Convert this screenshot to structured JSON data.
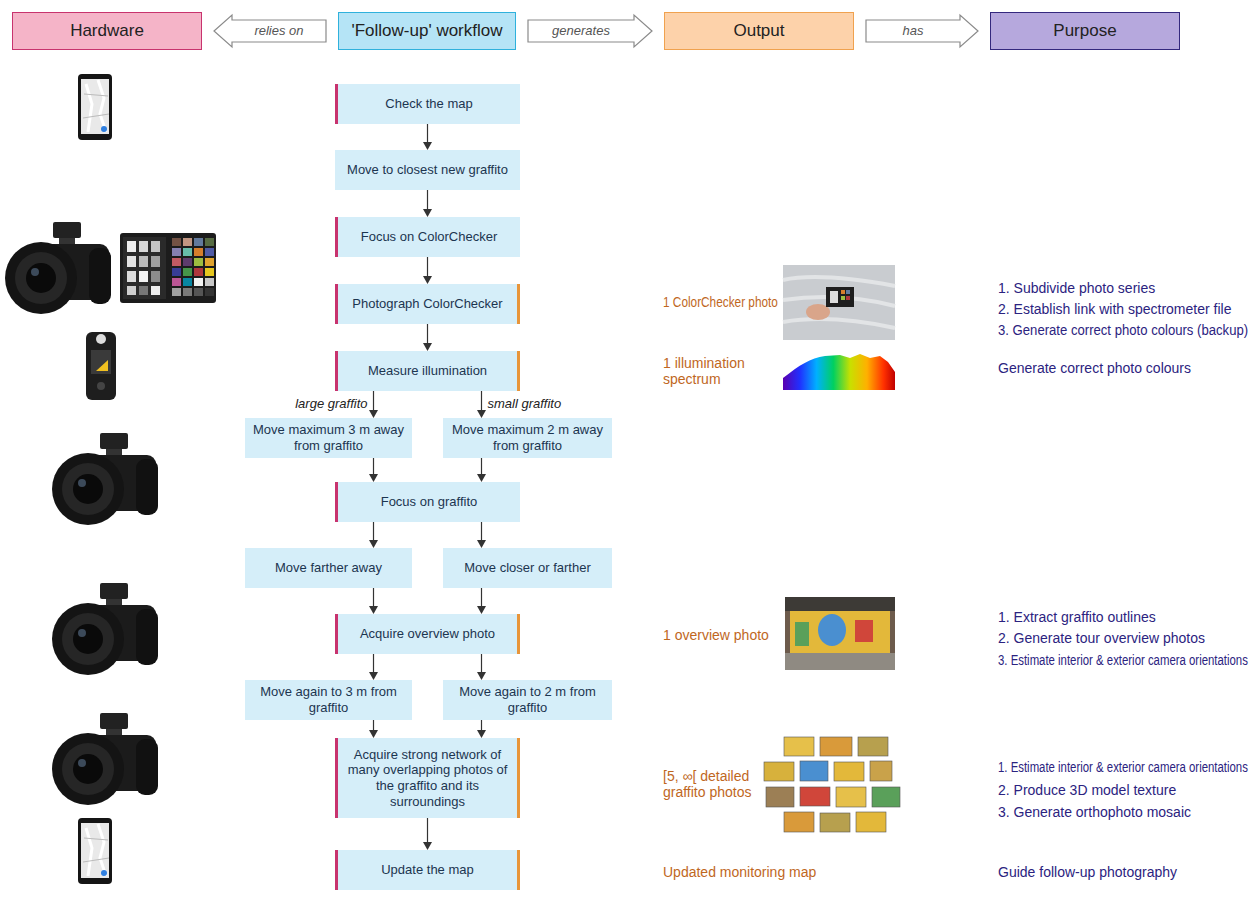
{
  "diagram": {
    "nodes": [
      {
        "text": [
          "Hardware"
        ]
      },
      {
        "text": [
          "'Follow-up' workflow"
        ]
      },
      {
        "text": [
          "Output"
        ]
      },
      {
        "text": [
          "Purpose"
        ]
      },
      {
        "text": [
          "Check the map"
        ]
      },
      {
        "text": [
          "Move to closest new graffito"
        ]
      },
      {
        "text": [
          "Focus on ColorChecker"
        ]
      },
      {
        "text": [
          "Photograph ColorChecker"
        ]
      },
      {
        "text": [
          "Measure illumination"
        ]
      },
      {
        "text": [
          "Move maximum 3 m away from graffito"
        ]
      },
      {
        "text": [
          "Move maximum 2 m away from graffito"
        ]
      },
      {
        "text": [
          "Focus on graffito"
        ]
      },
      {
        "text": [
          "Move farther away"
        ]
      },
      {
        "text": [
          "Move closer or farther"
        ]
      },
      {
        "text": [
          "Acquire overview photo"
        ]
      },
      {
        "text": [
          "Move again to 3 m from graffito"
        ]
      },
      {
        "text": [
          "Move again to 2 m from graffito"
        ]
      },
      {
        "text": [
          "Acquire strong network of many overlapping photos of the graffito and its surroundings"
        ]
      },
      {
        "text": [
          "Update the map"
        ]
      }
    ],
    "edges": [
      {
        "from": 1,
        "to": 0,
        "label": "relies on",
        "arrow": "to"
      },
      {
        "from": 1,
        "to": 2,
        "label": "generates",
        "arrow": "to"
      },
      {
        "from": 2,
        "to": 3,
        "label": "has",
        "arrow": "to"
      },
      {
        "from": 4,
        "to": 5,
        "arrow": "to"
      },
      {
        "from": 5,
        "to": 6,
        "arrow": "to"
      },
      {
        "from": 6,
        "to": 7,
        "arrow": "to"
      },
      {
        "from": 7,
        "to": 8,
        "arrow": "to"
      },
      {
        "from": 8,
        "to": 9,
        "label": "large graffito",
        "arrow": "to"
      },
      {
        "from": 8,
        "to": 10,
        "label": "small graffito",
        "arrow": "to"
      },
      {
        "from": 9,
        "to": 11,
        "arrow": "to"
      },
      {
        "from": 10,
        "to": 11,
        "arrow": "to"
      },
      {
        "from": 11,
        "to": 12,
        "arrow": "to"
      },
      {
        "from": 11,
        "to": 13,
        "arrow": "to"
      },
      {
        "from": 12,
        "to": 14,
        "arrow": "to"
      },
      {
        "from": 13,
        "to": 14,
        "arrow": "to"
      },
      {
        "from": 14,
        "to": 15,
        "arrow": "to"
      },
      {
        "from": 14,
        "to": 16,
        "arrow": "to"
      },
      {
        "from": 15,
        "to": 17,
        "arrow": "to"
      },
      {
        "from": 16,
        "to": 17,
        "arrow": "to"
      },
      {
        "from": 17,
        "to": 18,
        "arrow": "to"
      }
    ],
    "labels": [
      "1 ColorChecker photo",
      "1. Subdivide photo series",
      "2. Establish link with spectrometer file",
      "3. Generate correct photo colours (backup)",
      "1 illumination spectrum",
      "Generate correct photo colours",
      "1 overview photo",
      "1. Extract graffito outlines",
      "2. Generate tour overview photos",
      "3. Estimate interior & exterior camera orientations",
      "[5, ∞[ detailed graffito photos",
      "1. Estimate interior & exterior camera orientations",
      "2. Produce 3D model texture",
      "3. Generate orthophoto mosaic",
      "Updated monitoring map",
      "Guide follow-up photography"
    ]
  }
}
